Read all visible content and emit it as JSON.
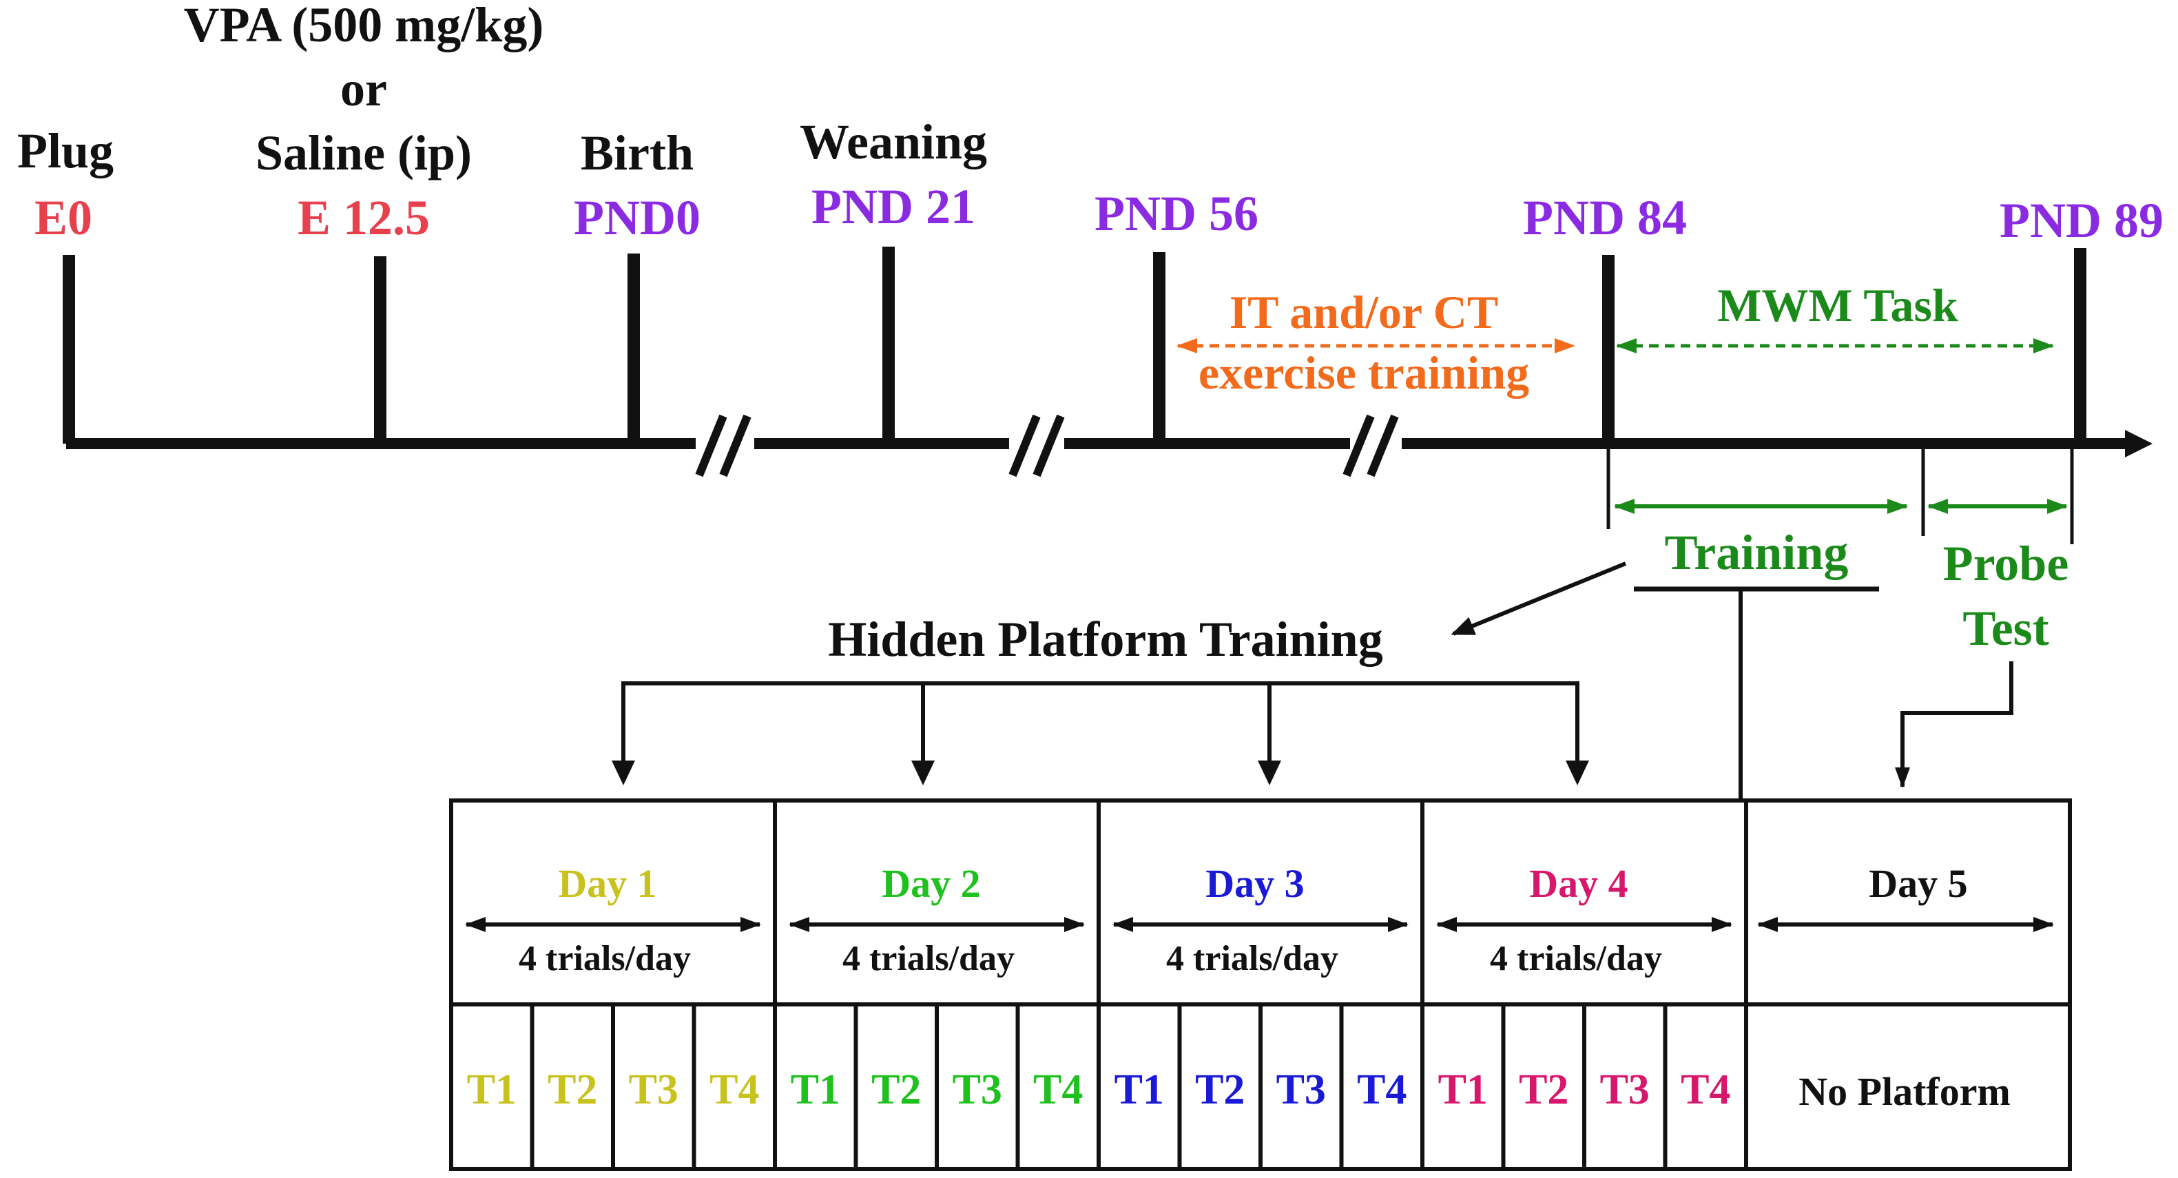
{
  "timeline": {
    "events": [
      {
        "id": "plug",
        "title": [
          "Plug"
        ],
        "time": "E0"
      },
      {
        "id": "vpa",
        "title": [
          "VPA (500 mg/kg)",
          "or",
          "Saline (ip)"
        ],
        "time": "E 12.5"
      },
      {
        "id": "birth",
        "title": [
          "Birth"
        ],
        "time": "PND0"
      },
      {
        "id": "weaning",
        "title": [
          "Weaning"
        ],
        "time": "PND 21"
      },
      {
        "id": "pnd56",
        "title": [],
        "time": "PND 56"
      },
      {
        "id": "pnd84",
        "title": [],
        "time": "PND 84"
      },
      {
        "id": "pnd89",
        "title": [],
        "time": "PND 89"
      }
    ],
    "exercise_label_1": "IT and/or CT",
    "exercise_label_2": "exercise training",
    "mwm_label": "MWM Task",
    "training_label": "Training",
    "probe_label_1": "Probe",
    "probe_label_2": "Test"
  },
  "hidden_platform": {
    "title": "Hidden Platform Training"
  },
  "schedule": {
    "days": [
      {
        "label": "Day 1",
        "trials_label": "4 trials/day",
        "trials": [
          "T1",
          "T2",
          "T3",
          "T4"
        ],
        "color": "#c8c21e"
      },
      {
        "label": "Day 2",
        "trials_label": "4 trials/day",
        "trials": [
          "T1",
          "T2",
          "T3",
          "T4"
        ],
        "color": "#1fc11f"
      },
      {
        "label": "Day 3",
        "trials_label": "4 trials/day",
        "trials": [
          "T1",
          "T2",
          "T3",
          "T4"
        ],
        "color": "#1a1ad6"
      },
      {
        "label": "Day 4",
        "trials_label": "4 trials/day",
        "trials": [
          "T1",
          "T2",
          "T3",
          "T4"
        ],
        "color": "#d6176c"
      }
    ],
    "day5": {
      "label": "Day 5",
      "content": "No Platform"
    }
  },
  "colors": {
    "embryonic": "#e8414e",
    "postnatal": "#8a2be2",
    "exercise": "#f26a1b",
    "mwm": "#1b8a1b"
  }
}
